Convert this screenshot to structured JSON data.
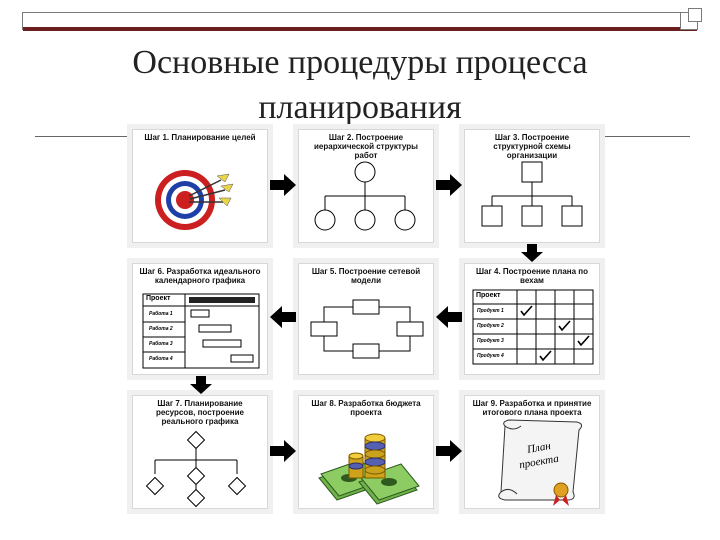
{
  "slide": {
    "title_line1": "Основные процедуры процесса",
    "title_line2": "планирования"
  },
  "steps": [
    {
      "label": "Шаг 1. Планирование целей"
    },
    {
      "label": "Шаг 2. Построение иерархической структуры работ"
    },
    {
      "label": "Шаг 3. Построение структурной схемы организации"
    },
    {
      "label": "Шаг 4. Построение плана по вехам"
    },
    {
      "label": "Шаг 5. Построение сетевой модели"
    },
    {
      "label": "Шаг 6. Разработка идеального календарного графика"
    },
    {
      "label": "Шаг 7. Планирование ресурсов, построение реального графика"
    },
    {
      "label": "Шаг 8. Разработка бюджета проекта"
    },
    {
      "label": "Шаг 9. Разработка и принятие итогового плана проекта"
    }
  ],
  "milestone_table": {
    "header": "Проект",
    "rows": [
      "Продукт 1",
      "Продукт 2",
      "Продукт 3",
      "Продукт 4"
    ]
  },
  "gantt_table": {
    "header": "Проект",
    "rows": [
      "Работа 1",
      "Работа 2",
      "Работа 3",
      "Работа 4"
    ]
  },
  "scroll_text": {
    "line1": "План",
    "line2": "проекта"
  },
  "colors": {
    "accent_dark_red": "#6b1f1f",
    "target_red": "#cc1f1f",
    "target_blue": "#1f3fa8"
  }
}
